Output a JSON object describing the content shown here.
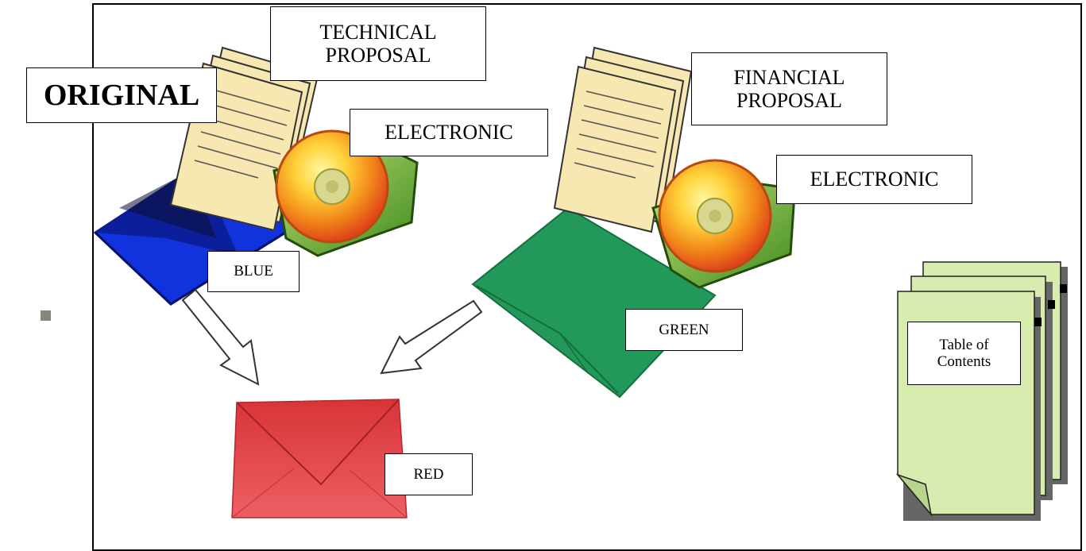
{
  "labels": {
    "original": "ORIGINAL",
    "technical": [
      "TECHNICAL",
      "PROPOSAL"
    ],
    "financial": [
      "FINANCIAL",
      "PROPOSAL"
    ],
    "electronic_1": "ELECTRONIC",
    "electronic_2": "ELECTRONIC",
    "blue": "BLUE",
    "green": "GREEN",
    "red": "RED",
    "toc": [
      "Table of",
      "Contents"
    ]
  },
  "colors": {
    "blue_envelope": "#1133dd",
    "green_envelope": "#22985a",
    "red_envelope": "#dc3a3f",
    "paper": "#f7e7b0",
    "disc": "#f28a1a",
    "folder": "#5aa02a",
    "toc_page": "#d8ecb0",
    "bullet": "#86867a"
  }
}
